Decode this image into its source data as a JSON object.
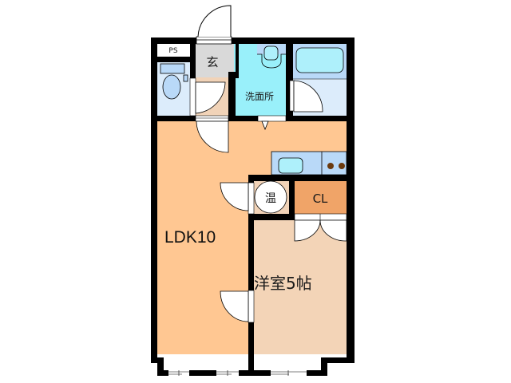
{
  "floorplan": {
    "rooms": {
      "ps": {
        "label": "PS",
        "color": "#ffffff"
      },
      "entrance": {
        "label": "玄",
        "color": "#d9d9d9"
      },
      "toilet": {
        "label": "",
        "color": "#dcecfb"
      },
      "washroom": {
        "label": "洗面所",
        "color": "#99f0fa"
      },
      "bath": {
        "label": "",
        "color": "#dcecfb"
      },
      "ldk": {
        "label": "LDK10",
        "color": "#ffc792"
      },
      "water_heater": {
        "label": "温",
        "color": "#f1d3b8"
      },
      "closet": {
        "label": "CL",
        "color": "#f0a468"
      },
      "western_room": {
        "label": "洋室5帖",
        "color": "#f3d4b7"
      }
    },
    "colors": {
      "wall": "#000000",
      "fixture_blue": "#b9d9f8",
      "fixture_cyan": "#aef0fb",
      "stove_burner": "#6b3a0e",
      "door_fill": "#ffffff",
      "hall_floor": "#f1d3b8"
    }
  }
}
